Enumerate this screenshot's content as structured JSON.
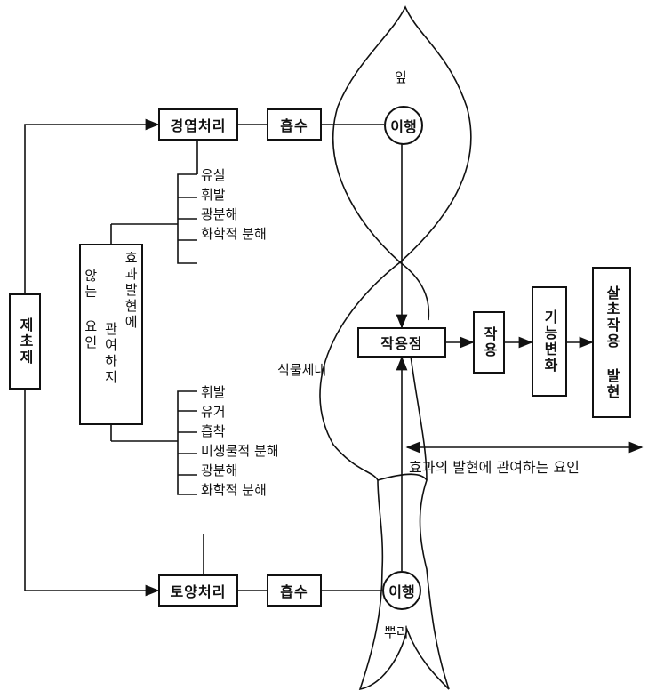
{
  "labels": {
    "leaf": "잎",
    "root": "뿌리",
    "in_plant": "식물체내",
    "factors_involved": "효과의 발현에 관여하는 요인"
  },
  "boxes": {
    "foliar_treatment": "경엽처리",
    "soil_treatment": "토양처리",
    "absorption_top": "흡수",
    "absorption_bottom": "흡수",
    "translocation_top": "이행",
    "translocation_bottom": "이행",
    "action_site": "작용점",
    "herbicide": "제초제",
    "action": "작용",
    "function_change": "기능변화",
    "herbicidal_expression": "살초작용 발현"
  },
  "factors_box": {
    "col1": "효과발현에",
    "col2": "관여하지",
    "col3": "않는 요인"
  },
  "foliar_losses": [
    "유실",
    "휘발",
    "광분해",
    "화학적 분해"
  ],
  "soil_losses": [
    "휘발",
    "유거",
    "흡착",
    "미생물적 분해",
    "광분해",
    "화학적 분해"
  ]
}
